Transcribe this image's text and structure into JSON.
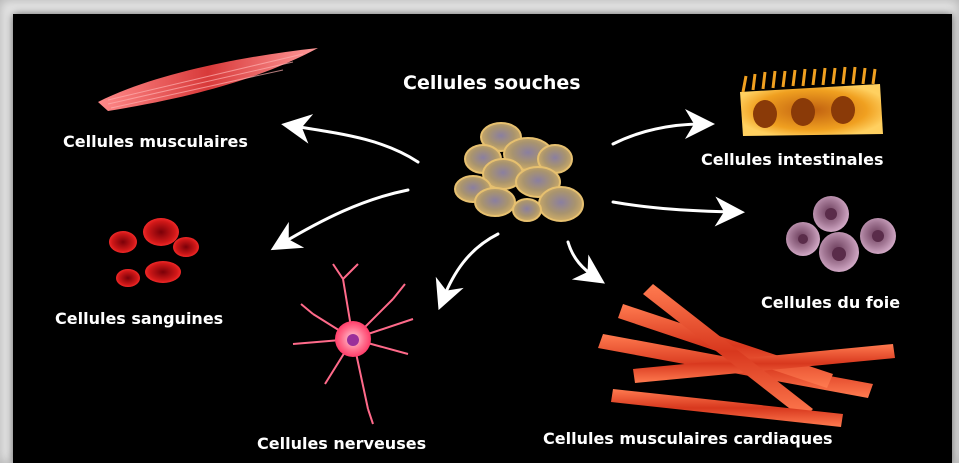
{
  "title": "Cellules souches",
  "labels": {
    "muscle": "Cellules musculaires",
    "blood": "Cellules sanguines",
    "nerve": "Cellules nerveuses",
    "cardiac": "Cellules musculaires cardiaques",
    "intestine": "Cellules intestinales",
    "liver": "Cellules du foie"
  },
  "colors": {
    "background": "#000000",
    "text": "#ffffff",
    "arrows": "#ffffff",
    "muscle": "#e05050",
    "blood": "#d01818",
    "nerve": "#ff5a7a",
    "cardiac": "#e8472a",
    "intestine": "#f0a020",
    "liver": "#9a6b8a",
    "stem": "#c8a060"
  }
}
